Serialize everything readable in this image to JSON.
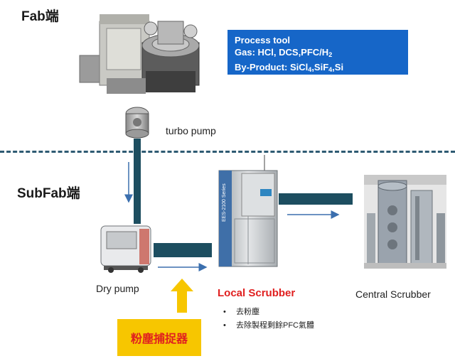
{
  "labels": {
    "fab": "Fab端",
    "subfab": "SubFab端",
    "turbo_pump": "turbo pump",
    "dry_pump": "Dry pump",
    "local_scrubber": "Local Scrubber",
    "central_scrubber": "Central Scrubber",
    "particle_trap": "粉塵捕捉器",
    "scrubber_model": "EES-2100 Series"
  },
  "process_tool": {
    "line1": "Process tool",
    "gas_prefix": "Gas: HCl, DCS,PFC/H",
    "gas_sub": "2",
    "byproduct_prefix": "By-Product: SiCl",
    "byproduct_sub1": "4",
    "byproduct_mid": ",SiF",
    "byproduct_sub2": "4",
    "byproduct_suffix": ",Si"
  },
  "local_scrubber_functions": [
    "去粉塵",
    "去除製程剩餘PFC氣體"
  ],
  "bullet_symbol": "•",
  "colors": {
    "pipe": "#1d4e60",
    "info_box": "#1666c8",
    "highlight_red": "#e02020",
    "trap_yellow": "#f7c600",
    "arrow_blue": "#3b6fae",
    "divider": "#2e5b73"
  }
}
